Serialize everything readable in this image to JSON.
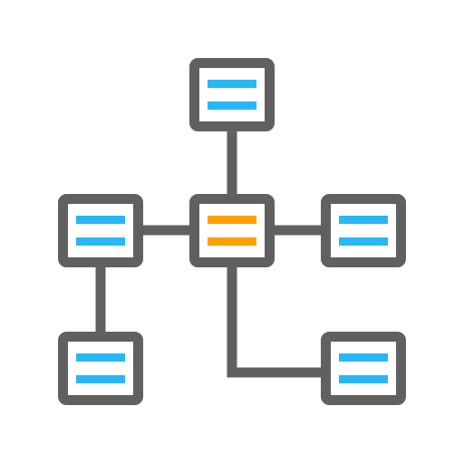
{
  "icon": {
    "name": "network-diagram-icon",
    "colors": {
      "frame": "#606060",
      "accent": "#29b6f6",
      "highlight": "#ffa000",
      "box_fill": "#ffffff",
      "background": "#ffffff"
    },
    "nodes": [
      {
        "name": "node-top",
        "role": "accent"
      },
      {
        "name": "node-left",
        "role": "accent"
      },
      {
        "name": "node-center",
        "role": "highlight"
      },
      {
        "name": "node-right",
        "role": "accent"
      },
      {
        "name": "node-bottom-left",
        "role": "accent"
      },
      {
        "name": "node-bottom-right",
        "role": "accent"
      }
    ]
  }
}
